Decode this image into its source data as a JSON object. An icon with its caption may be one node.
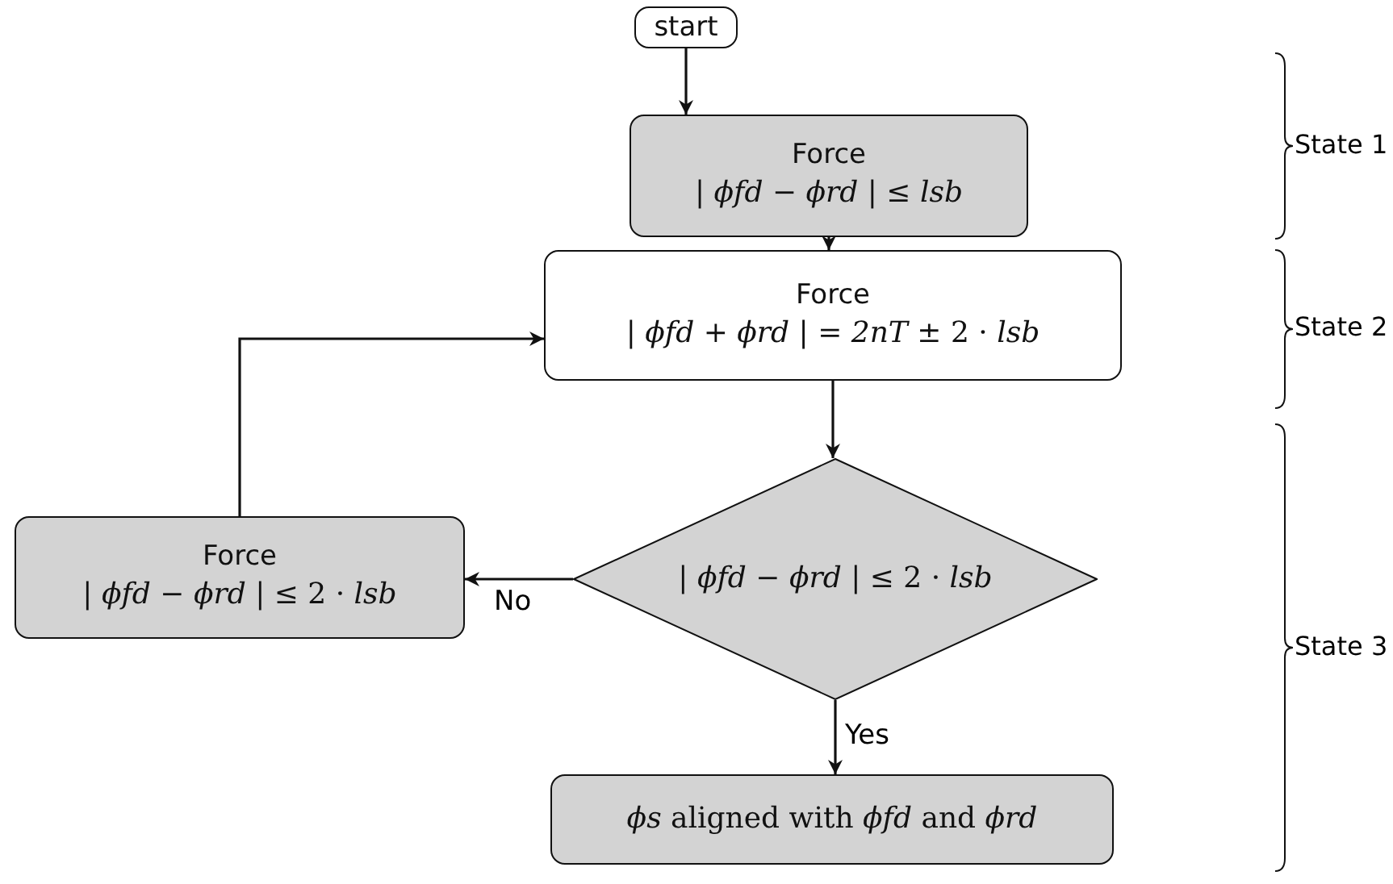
{
  "diagram": {
    "nodes": [
      {
        "text": [
          "start"
        ]
      },
      {
        "text": [
          "Force",
          "| *ϕfd* − *ϕrd* |  ≤ *lsb*"
        ]
      },
      {
        "text": [
          "Force",
          "| *ϕfd* + *ϕrd* |  = *2nT* ± 2 · *lsb*"
        ]
      },
      {
        "text": [
          "| *ϕfd* − *ϕrd* |  ≤ 2 · *lsb*"
        ]
      },
      {
        "text": [
          "Force",
          "| *ϕfd* − *ϕrd* |  ≤ 2 · *lsb*"
        ]
      },
      {
        "text": [
          "*ϕs* aligned with *ϕfd* and *ϕrd*"
        ]
      }
    ],
    "edges": [
      {
        "from": 0,
        "to": 1,
        "arrow": "to"
      },
      {
        "from": 1,
        "to": 2,
        "arrow": "to"
      },
      {
        "from": 2,
        "to": 3,
        "arrow": "to"
      },
      {
        "from": 3,
        "to": 4,
        "arrow": "to",
        "label": "No"
      },
      {
        "from": 4,
        "to": 2,
        "arrow": "to"
      },
      {
        "from": 3,
        "to": 5,
        "arrow": "to",
        "label": "Yes"
      }
    ],
    "labels": [
      "State 1",
      "State 2",
      "State 3"
    ]
  }
}
